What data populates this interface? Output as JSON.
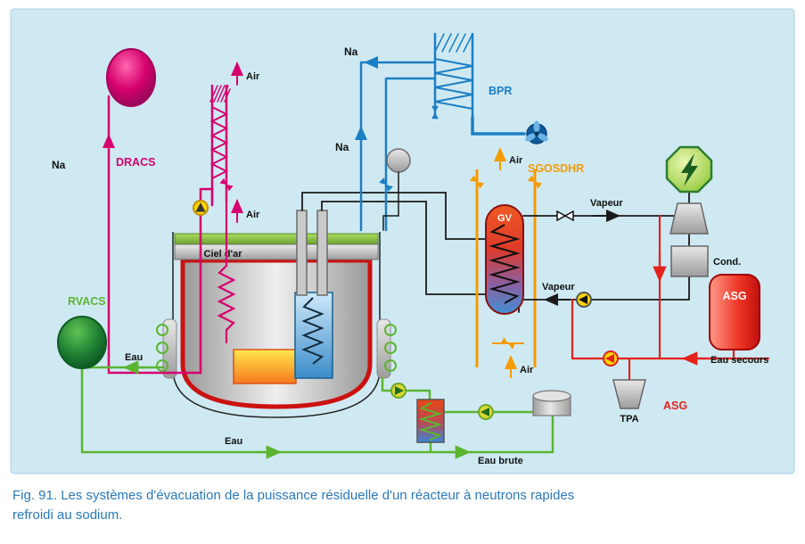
{
  "colors": {
    "panel_bg": "#cfe9f3",
    "magenta": "#d6006e",
    "blue": "#1b7fc4",
    "orange": "#f59b00",
    "green": "#5cb531",
    "red": "#e3221c",
    "pump_yellow": "#ffd400",
    "caption_blue": "#2a79b8",
    "line_black": "#1a1a1a"
  },
  "caption": "Fig. 91. Les systèmes d'évacuation de la puissance résiduelle d'un réacteur à neutrons rapides refroidi au sodium.",
  "labels": {
    "dracs": "DRACS",
    "rvacs": "RVACS",
    "bpr": "BPR",
    "sgosdhr": "SGOSDHR",
    "asg_system": "ASG",
    "asg_tank": "ASG",
    "gv": "GV",
    "tpa": "TPA",
    "cond": "Cond.",
    "cover_gas": "Ciel d'ar",
    "na_dracs": "Na",
    "na_bpr_top": "Na",
    "na_bpr_mid": "Na",
    "air_dracs_top": "Air",
    "air_dracs_bottom": "Air",
    "air_sgosdhr_top": "Air",
    "air_sgosdhr_bottom": "Air",
    "vapeur_main": "Vapeur",
    "vapeur_return": "Vapeur",
    "eau_rvacs": "Eau",
    "eau_bottom": "Eau",
    "eau_brute": "Eau brute",
    "eau_secours": "Eau secours"
  }
}
